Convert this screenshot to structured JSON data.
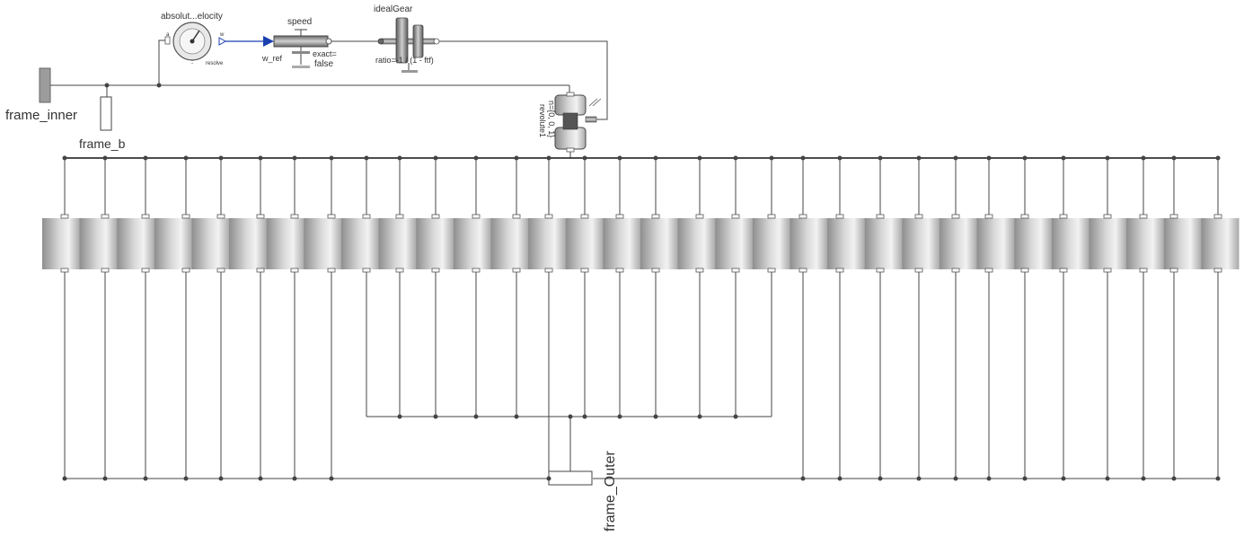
{
  "diagram": {
    "labels": {
      "frame_inner": "frame_inner",
      "frame_b": "frame_b",
      "frame_outer": "frame_Outer",
      "sensor_name": "absolut...elocity",
      "sensor_in": "a",
      "sensor_out": "w",
      "sensor_resolve": "resolve",
      "speed_name": "speed",
      "w_ref": "w_ref",
      "speed_exact": "exact=",
      "speed_exact_value": "false",
      "gear_name": "idealGear",
      "gear_ratio": "ratio=-1 / (1 - ftf)",
      "revolute_n": "n={0, 0, 1}",
      "revolute_name": "revolute1"
    },
    "colors": {
      "signal_wire": "#1a3fb0",
      "frame_wire": "#444444",
      "cylinder_dark": "#9a9a9a",
      "cylinder_light": "#e8e8e8"
    },
    "cylinder_count": 30,
    "icons": [
      "fixed-frame-icon",
      "speed-sensor-icon",
      "speed-source-icon",
      "ideal-gear-icon",
      "revolute-joint-icon",
      "body-cylinder-icon"
    ]
  }
}
